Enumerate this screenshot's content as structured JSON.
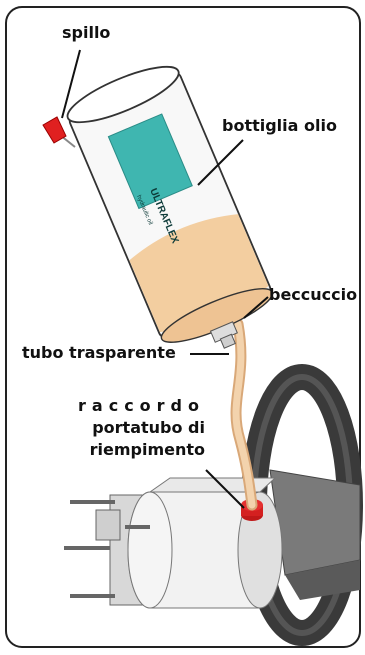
{
  "labels": {
    "spillo": "spillo",
    "bottiglia": "bottiglia olio",
    "beccuccio": "beccuccio",
    "tubo": "tubo trasparente",
    "raccordo_line1": "raccordo",
    "raccordo_line2": "portatubo di",
    "raccordo_line3": "riempimento"
  },
  "bottle_label": {
    "brand": "ULTRAFLEX",
    "subtext": "hydraulic oil"
  },
  "colors": {
    "oil": "#f3ceA0",
    "bottle_label": "#3fb6b0",
    "cap": "#e02020",
    "tube": "#f0c89a",
    "wheel": "#3a3a3a",
    "frame": "#222222"
  }
}
